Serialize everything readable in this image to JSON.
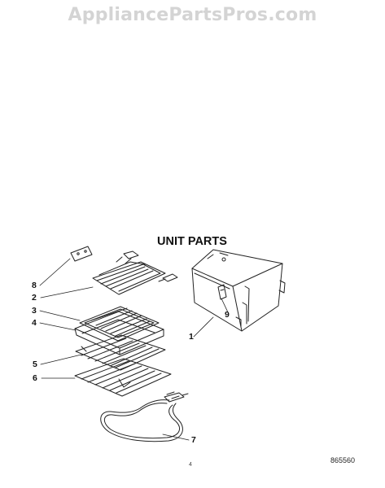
{
  "watermark": {
    "text": "AppliancePartsPros.com"
  },
  "diagram": {
    "title": "UNIT PARTS",
    "diagram_number": "865560",
    "page_mark": "4"
  },
  "callouts": [
    {
      "number": "8",
      "part": "plate"
    },
    {
      "number": "2",
      "part": "broil-element"
    },
    {
      "number": "3",
      "part": "broiler-grid"
    },
    {
      "number": "4",
      "part": "broiler-pan"
    },
    {
      "number": "5",
      "part": "oven-rack-upper"
    },
    {
      "number": "6",
      "part": "oven-rack-lower"
    },
    {
      "number": "7",
      "part": "bake-element"
    },
    {
      "number": "1",
      "part": "oven-cavity"
    },
    {
      "number": "9",
      "part": "cavity-bracket"
    }
  ]
}
